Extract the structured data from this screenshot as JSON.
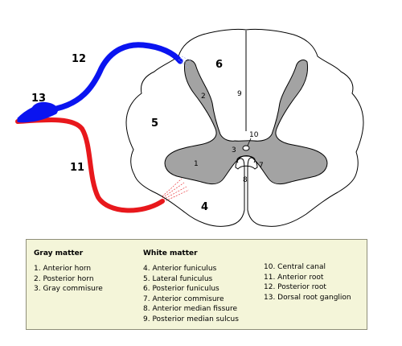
{
  "labels": {
    "l1": "1",
    "l2": "2",
    "l3": "3",
    "l4": "4",
    "l5": "5",
    "l6": "6",
    "l7": "7",
    "l8": "8",
    "l9": "9",
    "l10": "10",
    "l11": "11",
    "l12": "12",
    "l13": "13"
  },
  "colors": {
    "posterior_root": "#0a14f0",
    "anterior_root": "#e8181c",
    "gray_matter": "#a3a3a3",
    "white_matter": "#ffffff",
    "legend_bg": "#f4f5d9"
  },
  "legend": {
    "gray": {
      "heading": "Gray matter",
      "items": [
        "1. Anterior horn",
        "2. Posterior horn",
        "3. Gray commisure"
      ]
    },
    "white": {
      "heading": "White matter",
      "items": [
        "4. Anterior funiculus",
        "5. Lateral funiculus",
        "6. Posterior funiculus",
        "7. Anterior commisure",
        "8. Anterior median fissure",
        "9. Posterior median sulcus"
      ]
    },
    "other": {
      "items": [
        "10. Central canal",
        "11. Anterior root",
        "12. Posterior root",
        "13. Dorsal root ganglion"
      ]
    }
  }
}
